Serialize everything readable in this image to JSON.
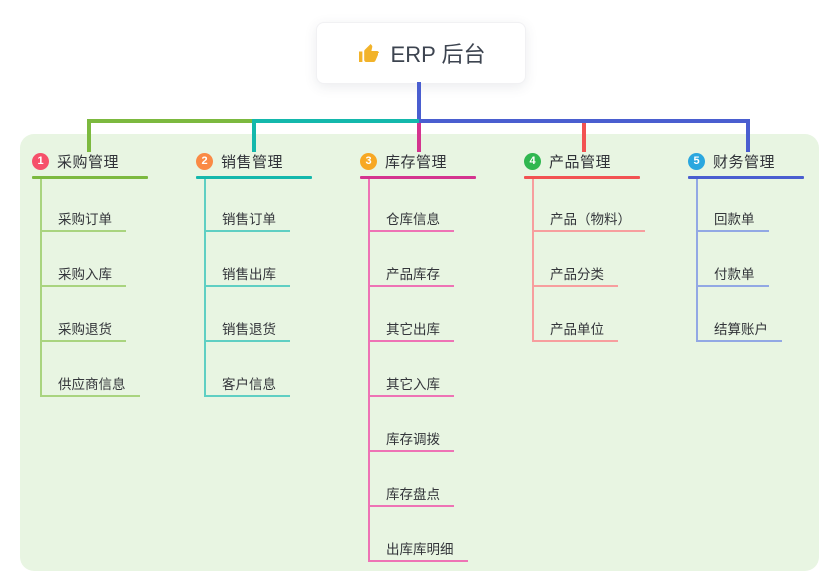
{
  "root": {
    "title": "ERP 后台",
    "icon": "thumbs-up-icon",
    "icon_color": "#f2b32a",
    "line_color": "#4a5ed0"
  },
  "panel_color": "#e8f5e2",
  "branches": [
    {
      "number": "1",
      "label": "采购管理",
      "badge_color": "#f6506a",
      "color": "#7cb93f",
      "light_color": "#a9d47f",
      "items": [
        "采购订单",
        "采购入库",
        "采购退货",
        "供应商信息"
      ]
    },
    {
      "number": "2",
      "label": "销售管理",
      "badge_color": "#fa8a45",
      "color": "#14b8ac",
      "light_color": "#5fcfc3",
      "items": [
        "销售订单",
        "销售出库",
        "销售退货",
        "客户信息"
      ]
    },
    {
      "number": "3",
      "label": "库存管理",
      "badge_color": "#f7a823",
      "color": "#d4348f",
      "light_color": "#ee73b5",
      "items": [
        "仓库信息",
        "产品库存",
        "其它出库",
        "其它入库",
        "库存调拨",
        "库存盘点",
        "出库库明细"
      ]
    },
    {
      "number": "4",
      "label": "产品管理",
      "badge_color": "#30b750",
      "color": "#f25252",
      "light_color": "#f79e9e",
      "items": [
        "产品（物料）",
        "产品分类",
        "产品单位"
      ]
    },
    {
      "number": "5",
      "label": "财务管理",
      "badge_color": "#2aa7df",
      "color": "#4a5ed0",
      "light_color": "#92a8e4",
      "items": [
        "回款单",
        "付款单",
        "结算账户"
      ]
    }
  ]
}
